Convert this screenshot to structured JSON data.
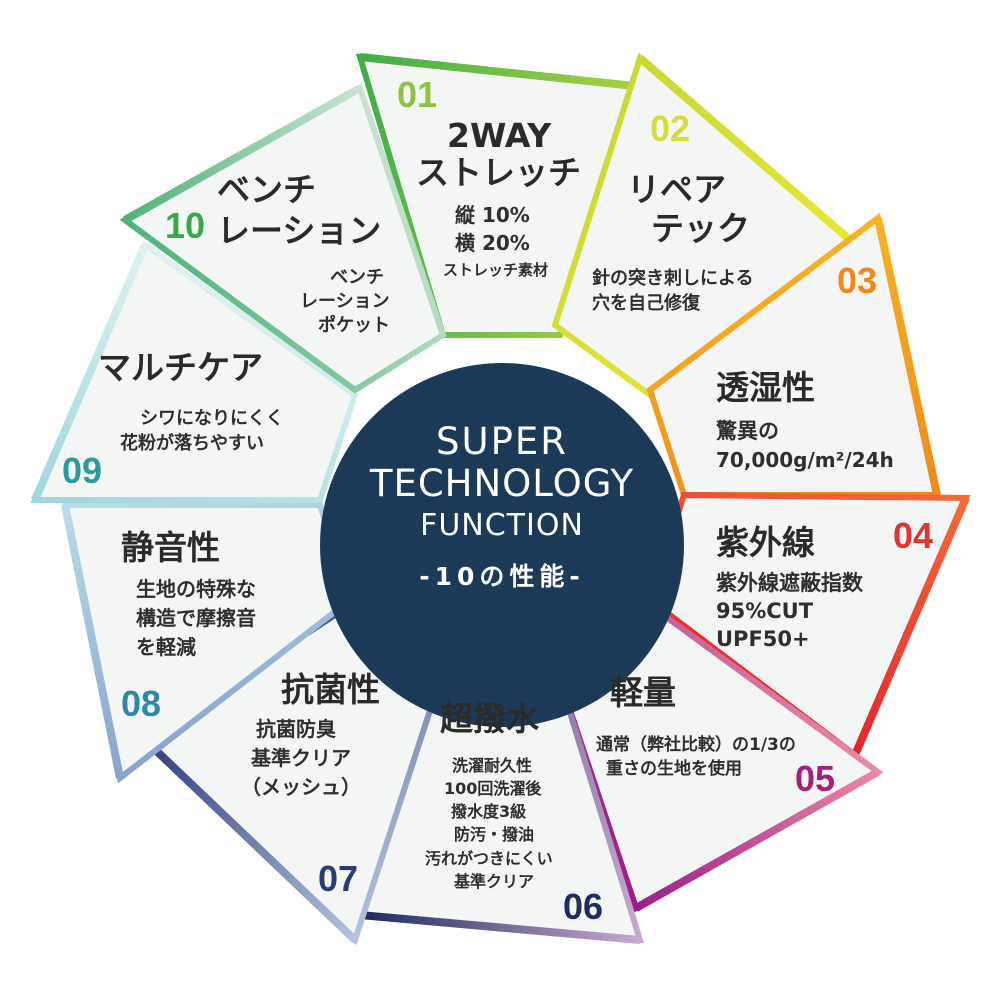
{
  "center": {
    "line1": "SUPER",
    "line2": "TECHNOLOGY",
    "line3": "FUNCTION",
    "subtitle": "-10の性能-",
    "fill": "#1c3a57"
  },
  "segments": [
    {
      "number": "01",
      "title": [
        "2WAY",
        "ストレッチ"
      ],
      "desc": [
        "縦 10%",
        "横 20%",
        "ストレッチ素材"
      ],
      "color_start": "#3fae49",
      "color_end": "#a8cf45",
      "number_color": "#8fc23f"
    },
    {
      "number": "02",
      "title": [
        "リペア",
        "テック"
      ],
      "desc": [
        "針の突き刺しによる",
        "穴を自己修復"
      ],
      "color_start": "#c9d835",
      "color_end": "#e6e833",
      "number_color": "#d6dc3a"
    },
    {
      "number": "03",
      "title": [
        "透湿性"
      ],
      "desc": [
        "驚異の",
        "70,000g/m²/24h"
      ],
      "color_start": "#f7b224",
      "color_end": "#f08a1c",
      "number_color": "#f0891c"
    },
    {
      "number": "04",
      "title": [
        "紫外線"
      ],
      "desc": [
        "紫外線遮蔽指数",
        "95%CUT",
        "UPF50+"
      ],
      "color_start": "#f26b3a",
      "color_end": "#e4262c",
      "number_color": "#e4322e"
    },
    {
      "number": "05",
      "title": [
        "軽量"
      ],
      "desc": [
        "通常（弊社比較）の1/3の",
        "重さの生地を使用"
      ],
      "color_start": "#e98aa6",
      "color_end": "#9b1d86",
      "number_color": "#a3207f"
    },
    {
      "number": "06",
      "title": [
        "超撥水"
      ],
      "desc": [
        "洗濯耐久性",
        "100回洗濯後",
        "撥水度3級",
        "防汚・撥油",
        "汚れがつきにくい",
        "基準クリア"
      ],
      "color_start": "#c9a9cf",
      "color_end": "#1d2a5c",
      "number_color": "#1f2d5c"
    },
    {
      "number": "07",
      "title": [
        "抗菌性"
      ],
      "desc": [
        "抗菌防臭",
        "基準クリア",
        "（メッシュ）"
      ],
      "color_start": "#b3c3dc",
      "color_end": "#2c3d78",
      "number_color": "#2b3c74"
    },
    {
      "number": "08",
      "title": [
        "静音性"
      ],
      "desc": [
        "生地の特殊な",
        "構造で摩擦音",
        "を軽減"
      ],
      "color_start": "#8aa2cc",
      "color_end": "#b9dde6",
      "number_color": "#2a8aa6"
    },
    {
      "number": "09",
      "title": [
        "マルチケア"
      ],
      "desc": [
        "シワになりにくく",
        "花粉が落ちやすい"
      ],
      "color_start": "#9fd6dd",
      "color_end": "#dff1f2",
      "number_color": "#2a9a9a"
    },
    {
      "number": "10",
      "title": [
        "ベンチ",
        "レーション"
      ],
      "desc": [
        "ベンチ",
        "レーション",
        "ポケット"
      ],
      "color_start": "#4fb27a",
      "color_end": "#c9e3d0",
      "number_color": "#3aa84a"
    }
  ]
}
